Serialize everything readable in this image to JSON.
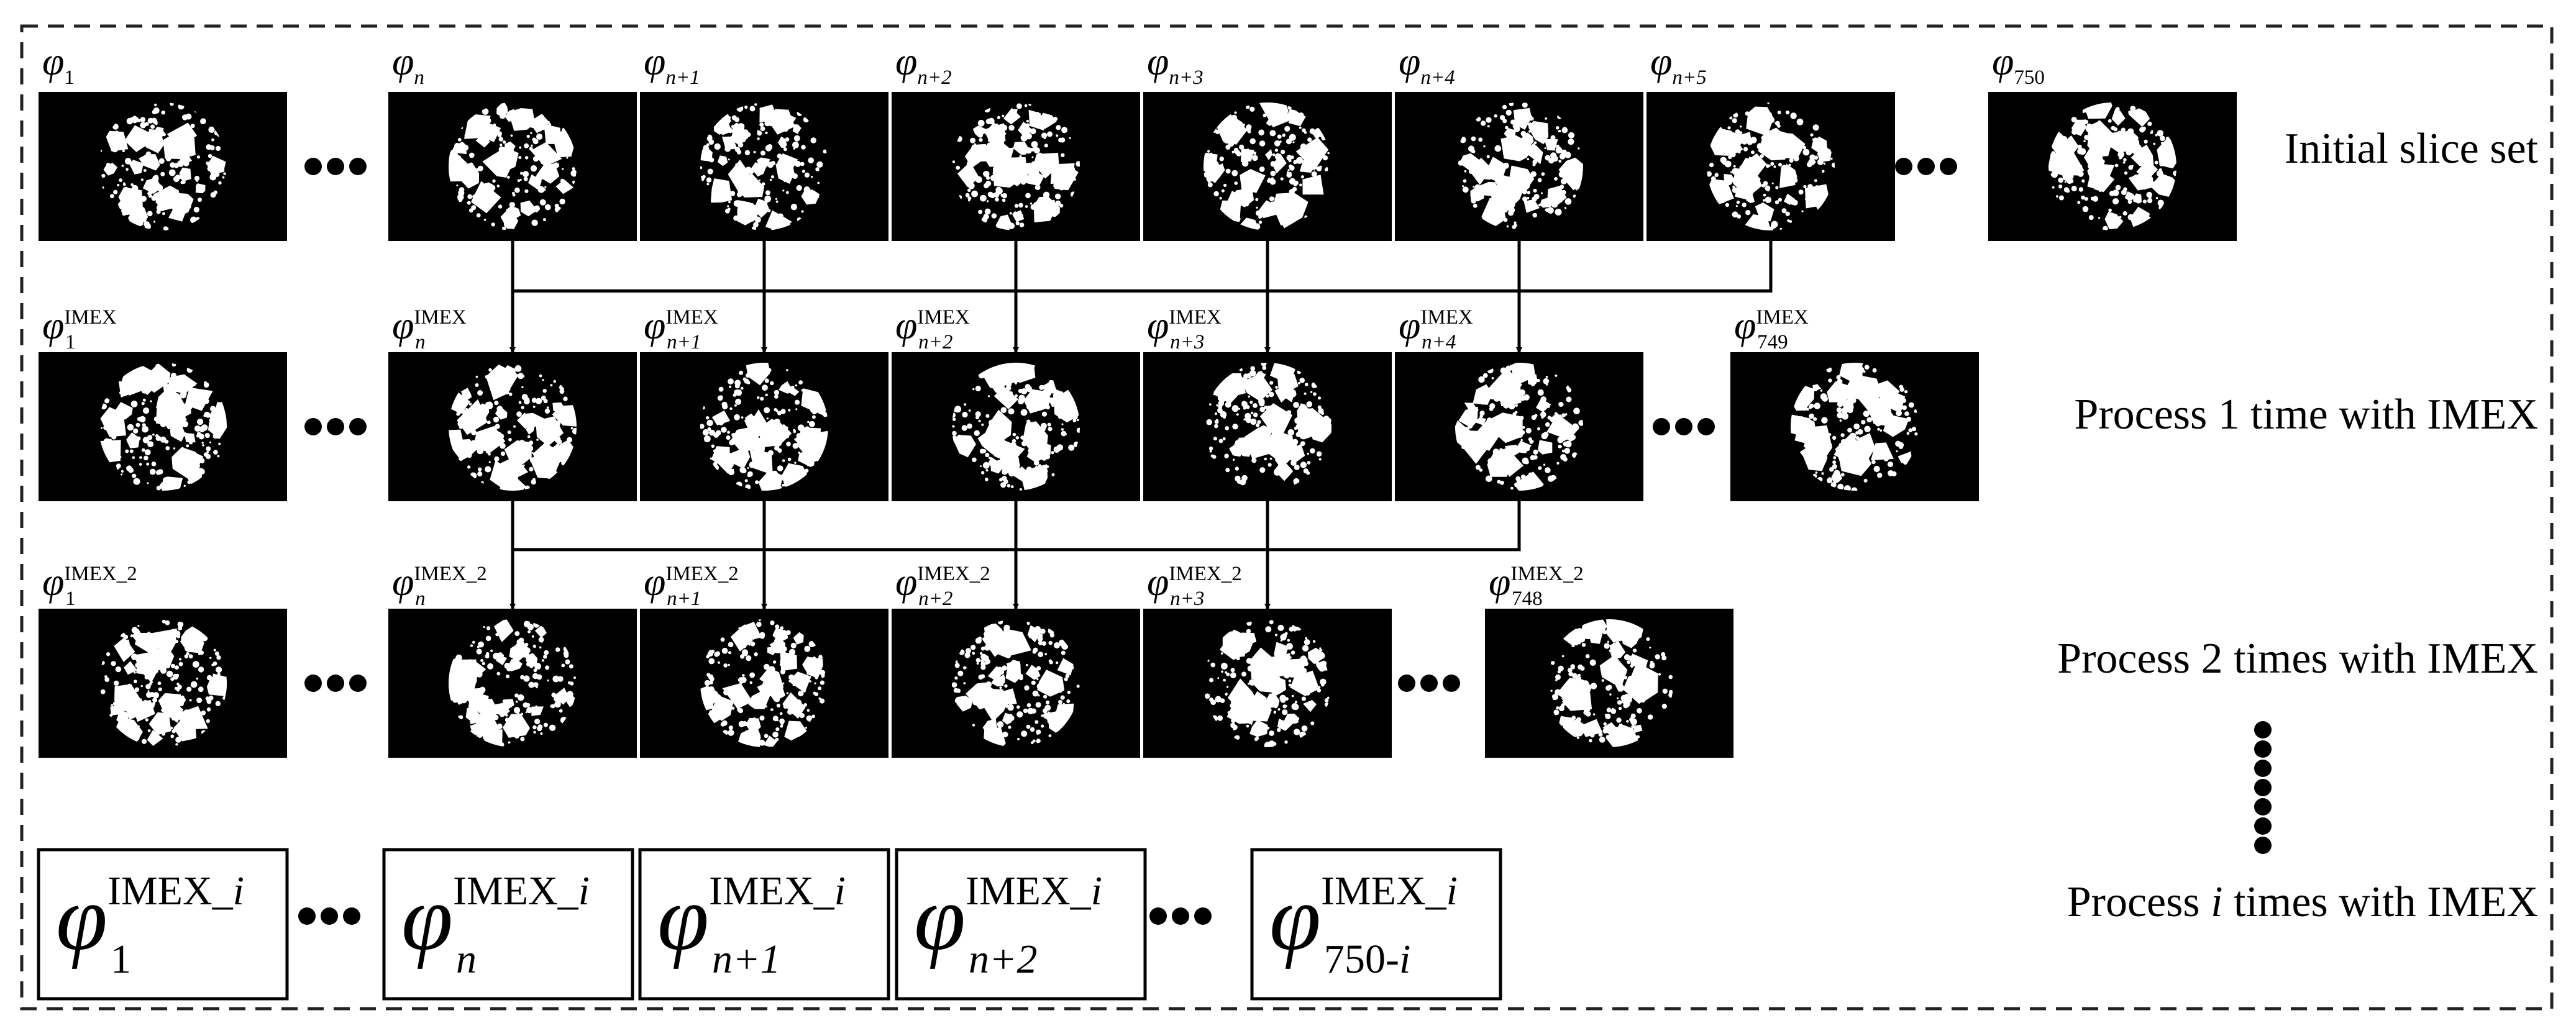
{
  "frame": {
    "style": "dashed-border"
  },
  "rows": [
    {
      "id": "row0",
      "caption": "Initial slice set",
      "slices": [
        {
          "base": "φ",
          "sub": "1",
          "sup": ""
        },
        {
          "base": "φ",
          "sub": "n",
          "sup": ""
        },
        {
          "base": "φ",
          "sub": "n+1",
          "sup": ""
        },
        {
          "base": "φ",
          "sub": "n+2",
          "sup": ""
        },
        {
          "base": "φ",
          "sub": "n+3",
          "sup": ""
        },
        {
          "base": "φ",
          "sub": "n+4",
          "sup": ""
        },
        {
          "base": "φ",
          "sub": "n+5",
          "sup": ""
        },
        {
          "base": "φ",
          "sub": "750",
          "sup": ""
        }
      ]
    },
    {
      "id": "row1",
      "caption": "Process 1 time with IMEX",
      "slices": [
        {
          "base": "φ",
          "sub": "1",
          "sup": "IMEX"
        },
        {
          "base": "φ",
          "sub": "n",
          "sup": "IMEX"
        },
        {
          "base": "φ",
          "sub": "n+1",
          "sup": "IMEX"
        },
        {
          "base": "φ",
          "sub": "n+2",
          "sup": "IMEX"
        },
        {
          "base": "φ",
          "sub": "n+3",
          "sup": "IMEX"
        },
        {
          "base": "φ",
          "sub": "n+4",
          "sup": "IMEX"
        },
        {
          "base": "φ",
          "sub": "749",
          "sup": "IMEX"
        }
      ]
    },
    {
      "id": "row2",
      "caption": "Process 2 times with IMEX",
      "slices": [
        {
          "base": "φ",
          "sub": "1",
          "sup": "IMEX_2"
        },
        {
          "base": "φ",
          "sub": "n",
          "sup": "IMEX_2"
        },
        {
          "base": "φ",
          "sub": "n+1",
          "sup": "IMEX_2"
        },
        {
          "base": "φ",
          "sub": "n+2",
          "sup": "IMEX_2"
        },
        {
          "base": "φ",
          "sub": "n+3",
          "sup": "IMEX_2"
        },
        {
          "base": "φ",
          "sub": "748",
          "sup": "IMEX_2"
        }
      ]
    },
    {
      "id": "row3",
      "caption_parts": [
        "Process ",
        "i",
        " times with IMEX"
      ],
      "boxes": [
        {
          "base": "φ",
          "sub": "1",
          "sup": "IMEX_i"
        },
        {
          "base": "φ",
          "sub": "n",
          "sup": "IMEX_i"
        },
        {
          "base": "φ",
          "sub": "n+1",
          "sup": "IMEX_i"
        },
        {
          "base": "φ",
          "sub": "n+2",
          "sup": "IMEX_i"
        },
        {
          "base": "φ",
          "sub": "750-i",
          "sup": "IMEX_i"
        }
      ]
    }
  ],
  "connections": [
    {
      "from_row": 0,
      "to_row": 1,
      "pairs": [
        [
          1,
          1
        ],
        [
          2,
          1
        ],
        [
          2,
          2
        ],
        [
          3,
          2
        ],
        [
          3,
          3
        ],
        [
          4,
          3
        ],
        [
          4,
          4
        ],
        [
          5,
          4
        ],
        [
          5,
          5
        ],
        [
          6,
          5
        ]
      ]
    },
    {
      "from_row": 1,
      "to_row": 2,
      "pairs": [
        [
          1,
          1
        ],
        [
          2,
          1
        ],
        [
          2,
          2
        ],
        [
          3,
          2
        ],
        [
          3,
          3
        ],
        [
          4,
          3
        ],
        [
          4,
          4
        ],
        [
          5,
          4
        ]
      ]
    }
  ],
  "colors": {
    "slice_bg": "#000000",
    "particle": "#ffffff",
    "line": "#000000",
    "border": "#222222"
  }
}
